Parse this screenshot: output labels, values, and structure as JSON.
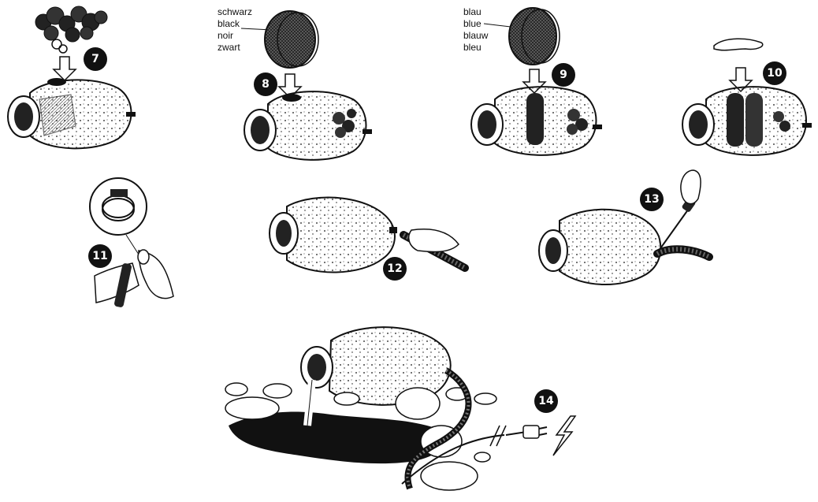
{
  "steps": {
    "s7": "7",
    "s8": "8",
    "s9": "9",
    "s10": "10",
    "s11": "11",
    "s12": "12",
    "s13": "13",
    "s14": "14"
  },
  "labels": {
    "black_filter": [
      "schwarz",
      "black",
      "noir",
      "zwart"
    ],
    "blue_filter": [
      "blau",
      "blue",
      "blauw",
      "bleu"
    ]
  },
  "colors": {
    "ink": "#111111",
    "paper": "#ffffff"
  }
}
